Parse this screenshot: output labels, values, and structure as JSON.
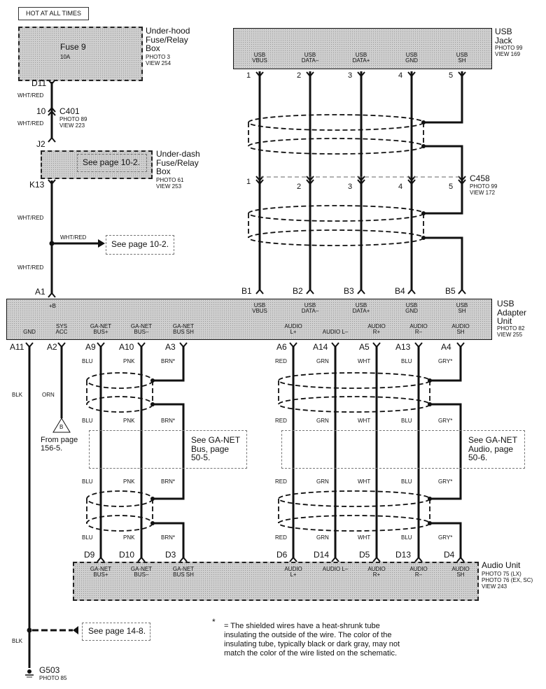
{
  "header": {
    "hot_label": "HOT AT ALL TIMES"
  },
  "underhood": {
    "name_l1": "Under-hood",
    "name_l2": "Fuse/Relay",
    "name_l3": "Box",
    "photo": "PHOTO 3",
    "view": "VIEW 254",
    "fuse": "Fuse 9",
    "rating": "10A",
    "pin_out": "D11"
  },
  "wire_c401": {
    "color_top": "WHT/RED",
    "pin": "10",
    "connector": "C401",
    "photo": "PHOTO 89",
    "view": "VIEW 223",
    "color_bottom": "WHT/RED"
  },
  "underdash": {
    "pin_in": "J2",
    "pin_out": "K13",
    "name_l1": "Under-dash",
    "name_l2": "Fuse/Relay",
    "name_l3": "Box",
    "photo": "PHOTO 61",
    "view": "VIEW 253",
    "ref": "See page 10-2."
  },
  "splice": {
    "color_top": "WHT/RED",
    "branch_color": "WHT/RED",
    "ref": "See page 10-2.",
    "color_bottom": "WHT/RED",
    "pin": "A1"
  },
  "usb_jack": {
    "name_l1": "USB",
    "name_l2": "Jack",
    "photo": "PHOTO 99",
    "view": "VIEW 169",
    "pins": [
      {
        "num": "1",
        "l1": "USB",
        "l2": "VBUS"
      },
      {
        "num": "2",
        "l1": "USB",
        "l2": "DATA–"
      },
      {
        "num": "3",
        "l1": "USB",
        "l2": "DATA+"
      },
      {
        "num": "4",
        "l1": "USB",
        "l2": "GND"
      },
      {
        "num": "5",
        "l1": "USB",
        "l2": "SH"
      }
    ]
  },
  "c458": {
    "connector": "C458",
    "photo": "PHOTO 99",
    "view": "VIEW 172",
    "pins": [
      "1",
      "2",
      "3",
      "4",
      "5"
    ]
  },
  "usb_adapter": {
    "name_l1": "USB",
    "name_l2": "Adapter",
    "name_l3": "Unit",
    "photo": "PHOTO 82",
    "view": "VIEW 255",
    "plus_b": "+B",
    "top_pins": [
      {
        "pin": "B1",
        "l1": "USB",
        "l2": "VBUS"
      },
      {
        "pin": "B2",
        "l1": "USB",
        "l2": "DATA–"
      },
      {
        "pin": "B3",
        "l1": "USB",
        "l2": "DATA+"
      },
      {
        "pin": "B4",
        "l1": "USB",
        "l2": "GND"
      },
      {
        "pin": "B5",
        "l1": "USB",
        "l2": "SH"
      }
    ],
    "bottom_pins": [
      {
        "pin": "A11",
        "l1": "",
        "l2": "GND"
      },
      {
        "pin": "A2",
        "l1": "SYS",
        "l2": "ACC"
      },
      {
        "pin": "A9",
        "l1": "GA-NET",
        "l2": "BUS+"
      },
      {
        "pin": "A10",
        "l1": "GA-NET",
        "l2": "BUS–"
      },
      {
        "pin": "A3",
        "l1": "GA-NET",
        "l2": "BUS SH"
      },
      {
        "pin": "A6",
        "l1": "AUDIO",
        "l2": "L+"
      },
      {
        "pin": "A14",
        "l1": "",
        "l2": "AUDIO L–"
      },
      {
        "pin": "A5",
        "l1": "AUDIO",
        "l2": "R+"
      },
      {
        "pin": "A13",
        "l1": "AUDIO",
        "l2": "R–"
      },
      {
        "pin": "A4",
        "l1": "AUDIO",
        "l2": "SH"
      }
    ]
  },
  "wires": {
    "gnd": "BLK",
    "acc": "ORN",
    "bus": [
      "BLU",
      "PNK",
      "BRN*"
    ],
    "audio": [
      "RED",
      "GRN",
      "WHT",
      "BLU",
      "GRY*"
    ]
  },
  "from_page": {
    "marker": "B",
    "l1": "From page",
    "l2": "156-5."
  },
  "ganet_bus_ref": {
    "l1": "See GA-NET",
    "l2": "Bus, page",
    "l3": "50-5."
  },
  "ganet_audio_ref": {
    "l1": "See GA-NET",
    "l2": "Audio, page",
    "l3": "50-6."
  },
  "audio_unit": {
    "name": "Audio Unit",
    "photo1": "PHOTO 75 (LX)",
    "photo2": "PHOTO 76 (EX, SC)",
    "view": "VIEW 243",
    "pins": [
      {
        "pin": "D9",
        "l1": "GA-NET",
        "l2": "BUS+"
      },
      {
        "pin": "D10",
        "l1": "GA-NET",
        "l2": "BUS–"
      },
      {
        "pin": "D3",
        "l1": "GA-NET",
        "l2": "BUS SH"
      },
      {
        "pin": "D6",
        "l1": "AUDIO",
        "l2": "L+"
      },
      {
        "pin": "D14",
        "l1": "",
        "l2": "AUDIO L–"
      },
      {
        "pin": "D5",
        "l1": "AUDIO",
        "l2": "R+"
      },
      {
        "pin": "D13",
        "l1": "AUDIO",
        "l2": "R–"
      },
      {
        "pin": "D4",
        "l1": "AUDIO",
        "l2": "SH"
      }
    ]
  },
  "ground": {
    "color": "BLK",
    "ref": "See page 14-8.",
    "name": "G503",
    "photo": "PHOTO 85"
  },
  "note": {
    "star": "*",
    "text": "= The shielded wires have a heat-shrunk tube insulating the outside of the wire.  The color of the insulating tube, typically black or dark gray, may not match the color of the wire listed on the schematic."
  }
}
